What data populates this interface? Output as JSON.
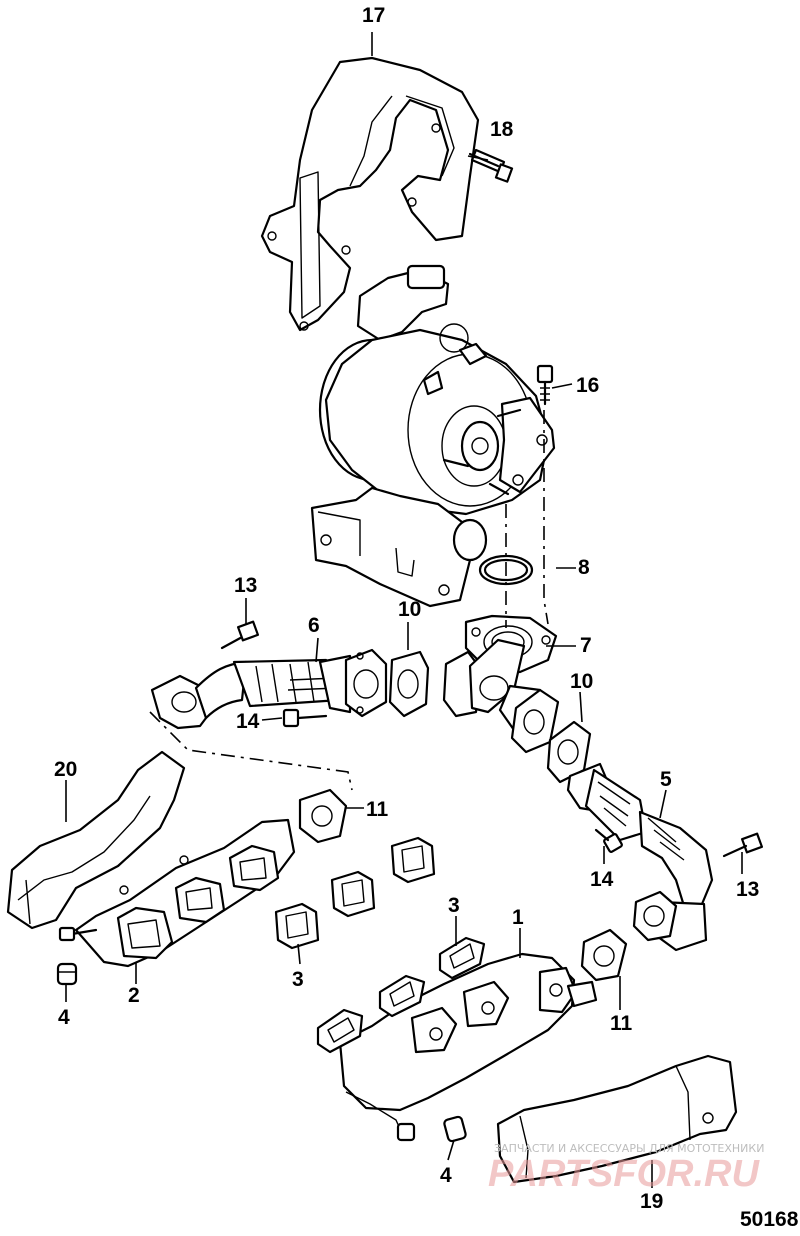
{
  "diagram": {
    "code": "50168",
    "callouts": {
      "c1": "1",
      "c2": "2",
      "c3a": "3",
      "c3b": "3",
      "c4a": "4",
      "c4b": "4",
      "c5": "5",
      "c6": "6",
      "c7": "7",
      "c8": "8",
      "c10a": "10",
      "c10b": "10",
      "c11a": "11",
      "c11b": "11",
      "c13a": "13",
      "c13b": "13",
      "c14a": "14",
      "c14b": "14",
      "c16": "16",
      "c17": "17",
      "c18": "18",
      "c19": "19",
      "c20": "20"
    }
  },
  "watermark": {
    "caption": "ЗАПЧАСТИ И АКСЕССУАРЫ ДЛЯ МОТОТЕХНИКИ",
    "logo": "PARTSFOR.RU"
  }
}
